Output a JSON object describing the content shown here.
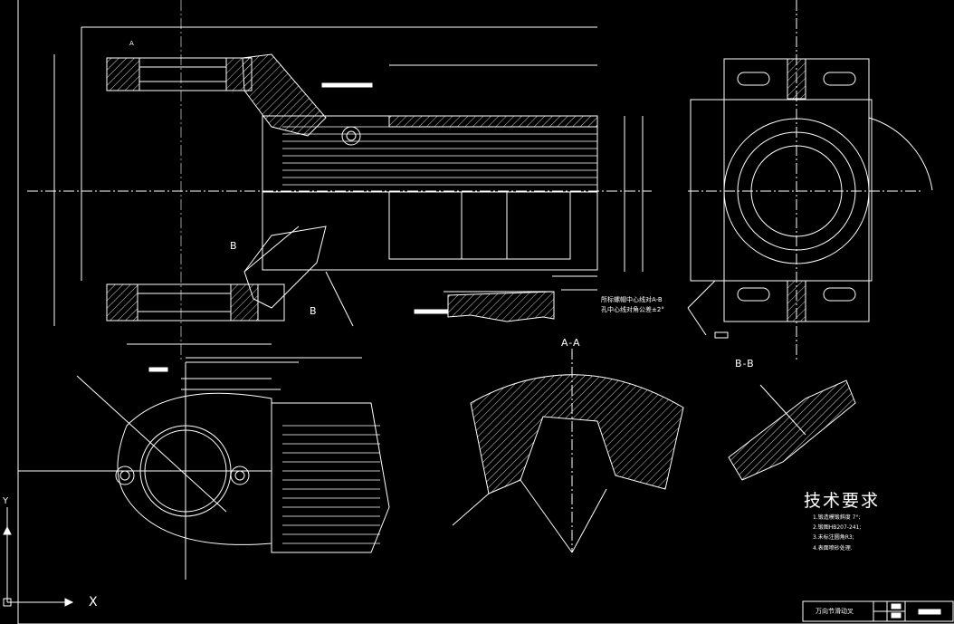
{
  "section_labels": {
    "a_a": "A-A",
    "b_b": "B-B",
    "b_mark_left": "B",
    "b_mark_right": "B",
    "datum_a": "A"
  },
  "notes": {
    "runout_line1": "所标螺帽中心线对A-B",
    "runout_line2": "孔中心线对角公差±2°"
  },
  "tech_requirements": {
    "title": "技术要求",
    "items": [
      "1.锻造模锻斜度 7°;",
      "2.锻图HB207-241;",
      "3.未标注圆角R3;",
      "4.表面喷砂处理."
    ]
  },
  "title_block": {
    "part_name": "万向节滑动叉"
  },
  "axes": {
    "x_label": "X",
    "y_label": "Y"
  }
}
